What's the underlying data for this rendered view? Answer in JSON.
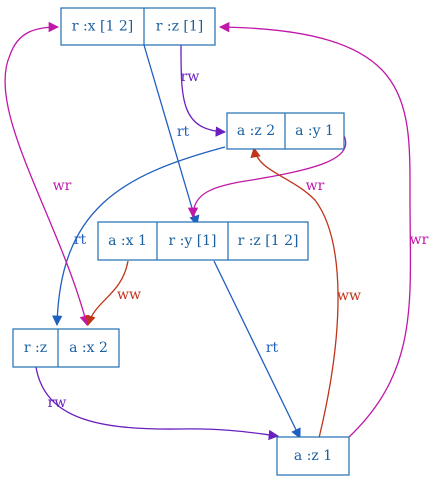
{
  "colors": {
    "node_border": "#1e6fb3",
    "node_text": "#1a5f9e",
    "rt": "#1f5fbf",
    "rw": "#6a1fbf",
    "wr": "#c018a8",
    "ww": "#c0341a"
  },
  "nodes": [
    {
      "id": "n1",
      "cells": [
        "r :x [1 2]",
        "r :z [1]"
      ]
    },
    {
      "id": "n2",
      "cells": [
        "a :z 2",
        "a :y 1"
      ]
    },
    {
      "id": "n3",
      "cells": [
        "a :x 1",
        "r :y [1]",
        "r :z [1 2]"
      ]
    },
    {
      "id": "n4",
      "cells": [
        "r :z",
        "a :x 2"
      ]
    },
    {
      "id": "n5",
      "cells": [
        "a :z 1"
      ]
    }
  ],
  "edges": [
    {
      "id": "e1",
      "label": "rt",
      "type": "rt",
      "from": "n1",
      "to": "n3"
    },
    {
      "id": "e2",
      "label": "rw",
      "type": "rw",
      "from": "n1",
      "to": "n2"
    },
    {
      "id": "e3",
      "label": "wr",
      "type": "wr",
      "from": "n2",
      "to": "n3"
    },
    {
      "id": "e4",
      "label": "rt",
      "type": "rt",
      "from": "n2",
      "to": "n4"
    },
    {
      "id": "e5",
      "label": "wr",
      "type": "wr",
      "from": "n4",
      "to": "n1"
    },
    {
      "id": "e6",
      "label": "ww",
      "type": "ww",
      "from": "n3",
      "to": "n4"
    },
    {
      "id": "e7",
      "label": "rt",
      "type": "rt",
      "from": "n3",
      "to": "n5"
    },
    {
      "id": "e8",
      "label": "ww",
      "type": "ww",
      "from": "n5",
      "to": "n2"
    },
    {
      "id": "e9",
      "label": "wr",
      "type": "wr",
      "from": "n5",
      "to": "n1"
    },
    {
      "id": "e10",
      "label": "rw",
      "type": "rw",
      "from": "n4",
      "to": "n5"
    }
  ]
}
